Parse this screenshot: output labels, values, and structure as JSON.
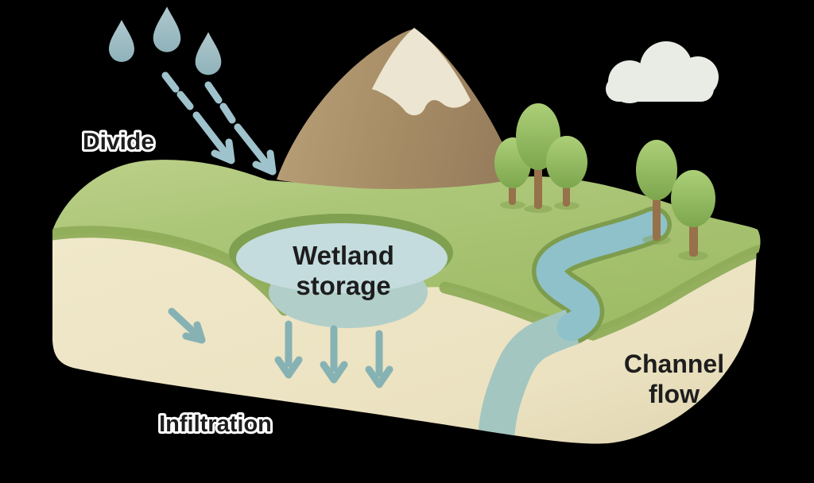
{
  "labels": {
    "divide": "Divide",
    "wetland_line1": "Wetland",
    "wetland_line2": "storage",
    "infiltration": "Infiltration",
    "channel_line1": "Channel",
    "channel_line2": "flow"
  },
  "elements": {
    "raindrop_count": 3,
    "rain_arrow_count": 2,
    "tree_count": 5,
    "cloud_count": 1,
    "infiltration_arrow_count": 4
  },
  "colors": {
    "background": "#000000",
    "green_top": "#a8c471",
    "green_light": "#bcd089",
    "green_rim": "#8fad5a",
    "soil": "#ece4c4",
    "soil_shadow": "#e0d6b2",
    "mountain_light": "#bba179",
    "mountain_dark": "#9c8260",
    "snow": "#ece5d1",
    "pond_rim": "#7fa050",
    "pond_water": "#c4dcde",
    "pond_lower": "#b2cec8",
    "river_top": "#8fc1ca",
    "river_face": "#a3c6c0",
    "river_bank": "#7d9c4e",
    "tree_light": "#accf78",
    "tree_dark": "#7ca64d",
    "trunk": "#96714a",
    "raindrop": "#9db9c0",
    "rain_arrow": "#9fc3cd",
    "infiltration_arrow": "#86b2b4",
    "cloud": "#e8ece5",
    "label_text": "#1d1d1d",
    "label_halo": "#ffffff"
  }
}
